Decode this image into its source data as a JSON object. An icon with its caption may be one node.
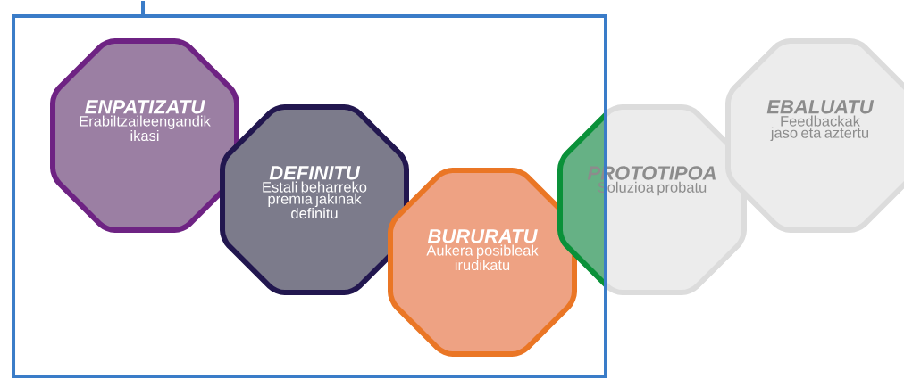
{
  "diagram": {
    "nodes": [
      {
        "text": [
          "ENPATIZATU",
          "Erabiltzaileengandik ikasi"
        ]
      },
      {
        "text": [
          "DEFINITU",
          "Estali beharreko premia jakinak definitu"
        ]
      },
      {
        "text": [
          "BURURATU",
          "Aukera posibleak irudikatu"
        ]
      },
      {
        "text": [
          "PROTOTIPOA",
          "Soluzioa probatu"
        ]
      },
      {
        "text": [
          "EBALUATU",
          "Feedbackak jaso eta aztertu"
        ]
      }
    ]
  }
}
